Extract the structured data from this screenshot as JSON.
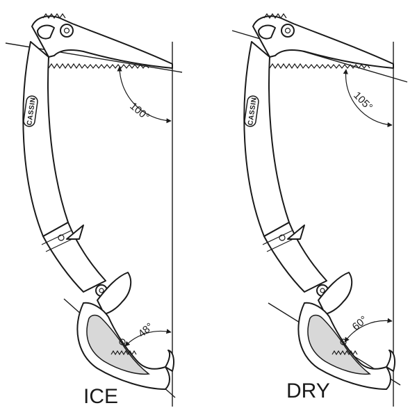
{
  "tools": [
    {
      "mode_label": "ICE",
      "brand": "CASSIN",
      "pick_angle": "100°",
      "handle_angle": "48°"
    },
    {
      "mode_label": "DRY",
      "brand": "CASSIN",
      "pick_angle": "105°",
      "handle_angle": "60°"
    }
  ]
}
